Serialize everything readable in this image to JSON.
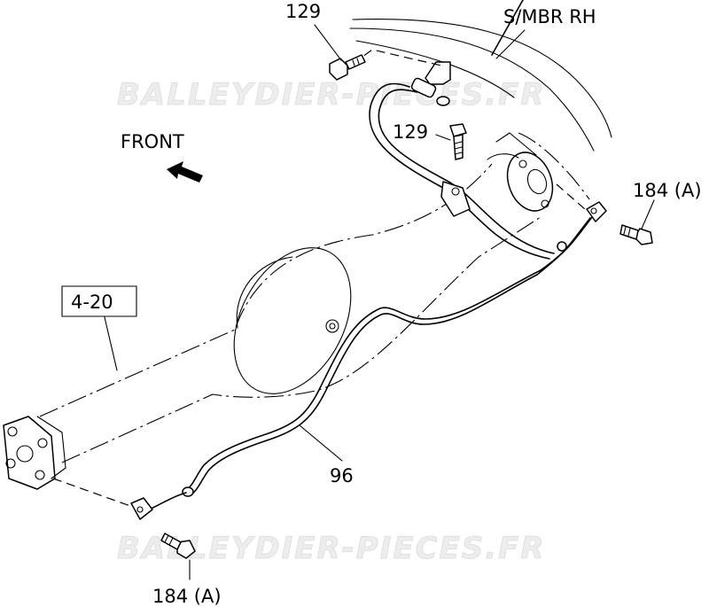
{
  "diagram": {
    "watermark": "BALLEYDIER-PIECES.FR",
    "direction_label": "FRONT",
    "labels": {
      "bolt_top": "129",
      "bolt_mid": "129",
      "bolt_right": "184 (A)",
      "bolt_bottom": "184 (A)",
      "reference_box": "4-20",
      "cable": "96",
      "side_member": "S/MBR RH"
    }
  }
}
